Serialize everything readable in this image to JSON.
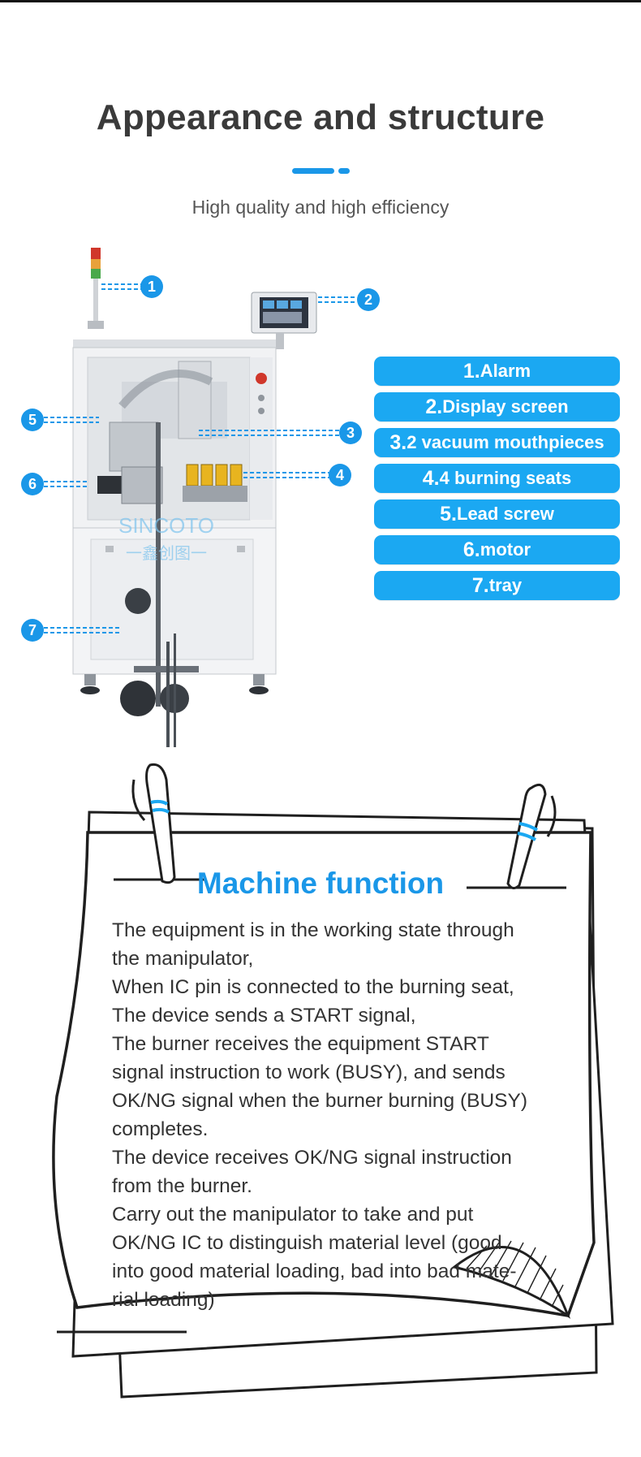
{
  "header": {
    "title": "Appearance and structure",
    "subtitle": "High quality and high efficiency"
  },
  "callouts": [
    "1",
    "2",
    "3",
    "4",
    "5",
    "6",
    "7"
  ],
  "legend": [
    {
      "num": "1.",
      "label": "Alarm"
    },
    {
      "num": "2.",
      "label": "Display screen"
    },
    {
      "num": "3.",
      "label": "2 vacuum mouthpieces"
    },
    {
      "num": "4.",
      "label": "4 burning seats"
    },
    {
      "num": "5.",
      "label": "Lead screw"
    },
    {
      "num": "6.",
      "label": "motor"
    },
    {
      "num": "7.",
      "label": "tray"
    }
  ],
  "machine": {
    "watermark_en": "SINCOTO",
    "watermark_cn": "一鑫创图一"
  },
  "function": {
    "title": "Machine function",
    "lines": [
      "The equipment is in the working state through",
      "the manipulator,",
      "When IC pin is connected to the burning seat,",
      "The device sends a START signal,",
      "The burner receives the equipment START",
      "signal instruction to work (BUSY), and sends",
      "OK/NG signal when the burner burning (BUSY)",
      "completes.",
      "The device receives OK/NG signal instruction",
      "from the burner.",
      "Carry out the manipulator to take and put",
      "OK/NG IC to distinguish material level (good",
      "into good material loading, bad into bad mate-",
      "rial loading)"
    ]
  },
  "colors": {
    "accent": "#1a97e8",
    "pill": "#1ba8f2",
    "title": "#3a3a3a"
  }
}
